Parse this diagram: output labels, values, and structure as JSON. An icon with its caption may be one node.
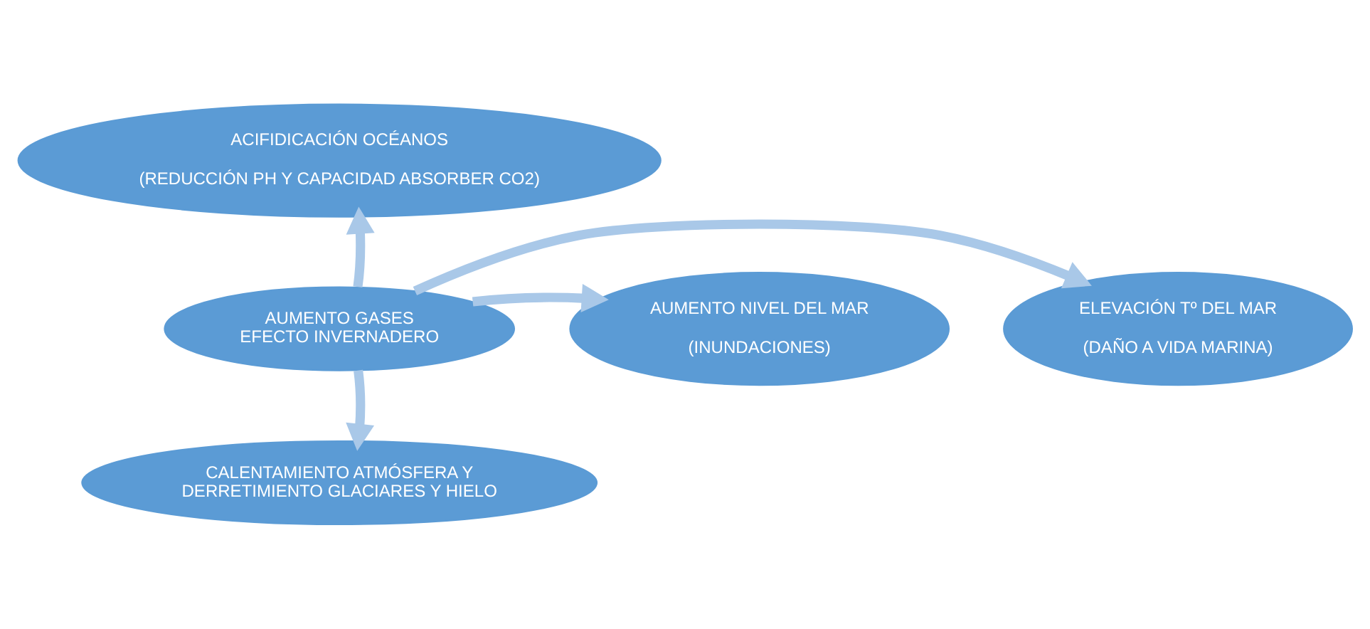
{
  "diagram": {
    "nodes": [
      {
        "text": [
          "ACIFIDICACIÓN OCÉANOS",
          "(REDUCCIÓN PH Y CAPACIDAD ABSORBER CO2)"
        ]
      },
      {
        "text": [
          "ELEVACIÓN Tº DEL MAR",
          "(DAÑO A VIDA MARINA)"
        ]
      },
      {
        "text": [
          "AUMENTO GASES EFECTO INVERNADERO"
        ]
      },
      {
        "text": [
          "AUMENTO NIVEL DEL MAR",
          "(INUNDACIONES)"
        ]
      },
      {
        "text": [
          "CALENTAMIENTO ATMÓSFERA Y DERRETIMIENTO GLACIARES Y HIELO"
        ]
      }
    ],
    "edges": [
      {
        "from": 2,
        "to": 0,
        "arrow": "to"
      },
      {
        "from": 2,
        "to": 1,
        "arrow": "to"
      },
      {
        "from": 2,
        "to": 3,
        "arrow": "to"
      },
      {
        "from": 2,
        "to": 4,
        "arrow": "to"
      }
    ]
  }
}
